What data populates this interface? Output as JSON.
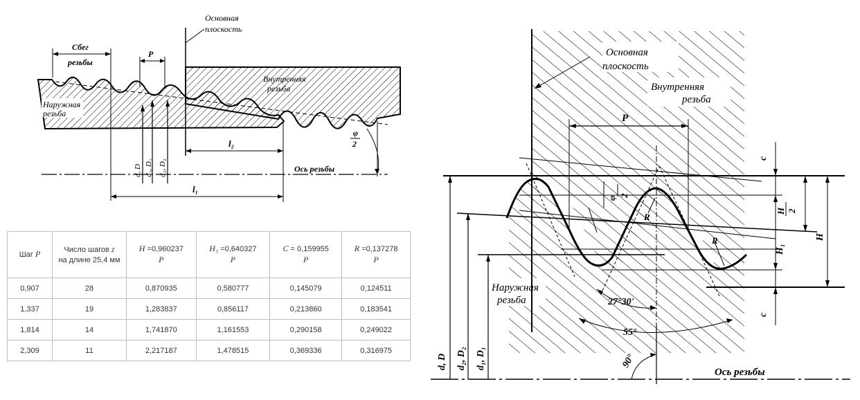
{
  "left_diagram": {
    "labels": {
      "basic_plane_1": "Основная",
      "basic_plane_2": "плоскость",
      "washout_1": "Сбег",
      "washout_2": "резьбы",
      "pitch": "P",
      "internal_1": "Внутренняя",
      "internal_2": "резьба",
      "external_1": "Наружная",
      "external_2": "резьба",
      "d_D": "d, D",
      "d2_D2": "d₂, D₂",
      "d1_D1": "d₁, D₁",
      "l2": "l₂",
      "l1": "l₁",
      "phi_num": "φ",
      "phi_den": "2",
      "axis": "Ось резьбы"
    }
  },
  "table": {
    "headers": [
      {
        "pre": "Шаг ",
        "var": "P",
        "post": "",
        "line2": ""
      },
      {
        "pre": "Число шагов ",
        "var": "z",
        "post": "",
        "line2": "на длине 25,4 мм"
      },
      {
        "pre": "",
        "var": "H",
        "post": " =0,960237",
        "line2": "P"
      },
      {
        "pre": "",
        "var": "H₁",
        "post": " =0,640327",
        "line2": "P"
      },
      {
        "pre": "",
        "var": "C",
        "post": " = 0,159955",
        "line2": "P"
      },
      {
        "pre": "",
        "var": "R",
        "post": " =0,137278",
        "line2": "P"
      }
    ],
    "rows": [
      [
        "0,907",
        "28",
        "0,870935",
        "0,580777",
        "0,145079",
        "0,124511"
      ],
      [
        "1,337",
        "19",
        "1,283837",
        "0,856117",
        "0,213860",
        "0,183541"
      ],
      [
        "1,814",
        "14",
        "1,741870",
        "1,161553",
        "0,290158",
        "0,249022"
      ],
      [
        "2,309",
        "11",
        "2,217187",
        "1,478515",
        "0,369336",
        "0,316975"
      ]
    ]
  },
  "right_diagram": {
    "labels": {
      "basic_plane_1": "Основная",
      "basic_plane_2": "плоскость",
      "internal_1": "Внутренняя",
      "internal_2": "резьба",
      "external_1": "Наружная",
      "external_2": "резьба",
      "pitch": "P",
      "c_top": "c",
      "c_bottom": "c",
      "h_half_num": "H",
      "h_half_den": "2",
      "h1": "H₁",
      "h": "H",
      "phi_num": "φ",
      "phi_den": "2",
      "r1": "R",
      "r2": "R",
      "angle_half": "27°30'",
      "angle_full": "55°",
      "angle_right": "90°",
      "d_D": "d, D",
      "d2_D2": "d₂, D₂",
      "d1_D1": "d₁, D₁",
      "axis": "Ось резьбы"
    }
  }
}
